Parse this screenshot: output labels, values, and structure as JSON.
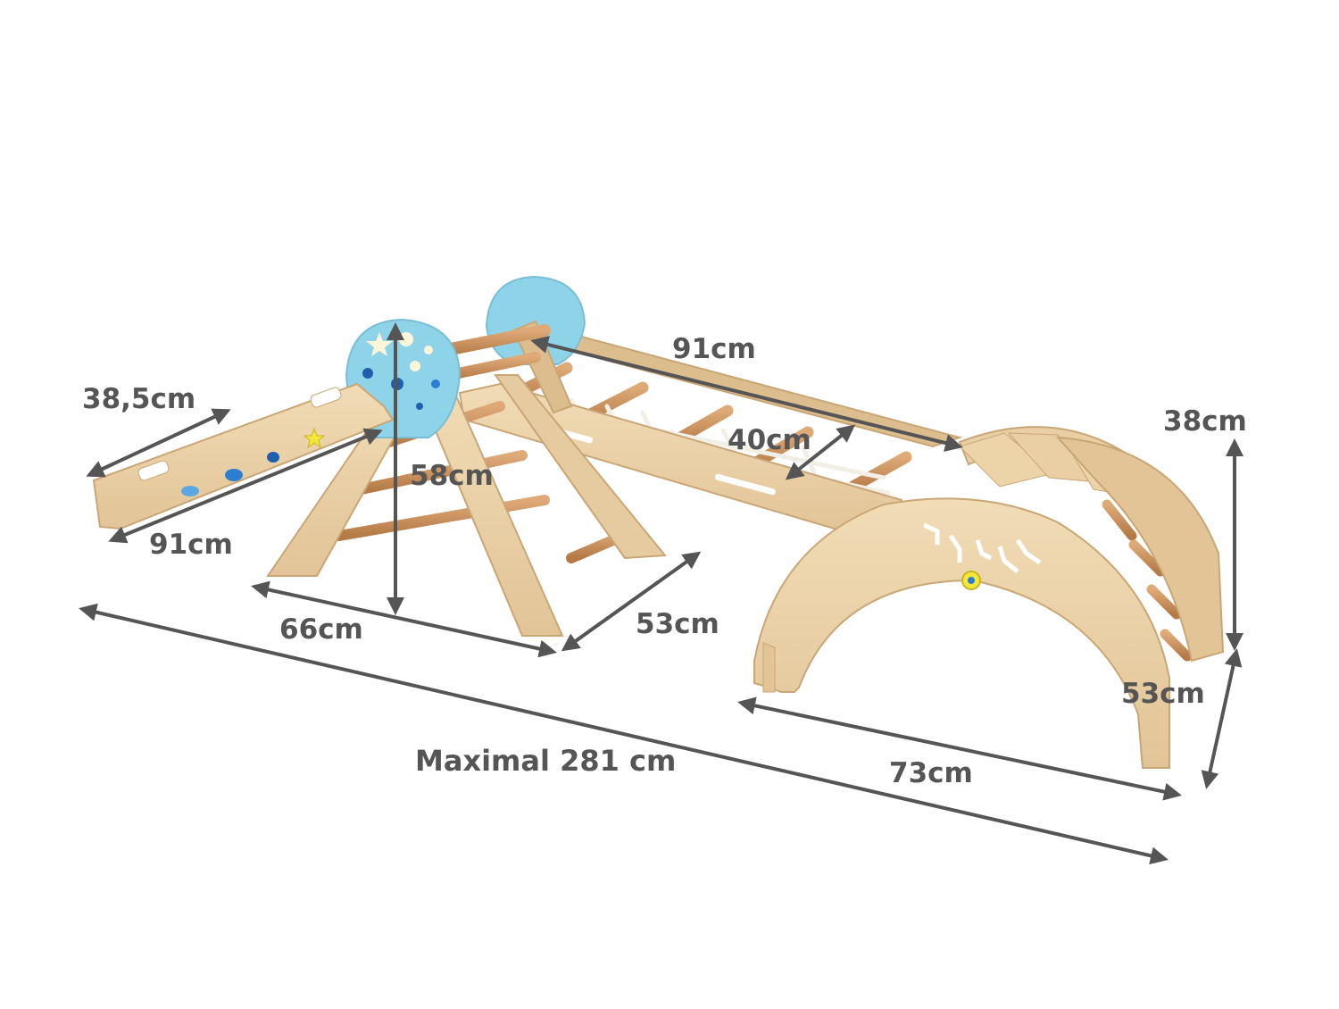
{
  "dimensions": {
    "ramp_width": "38,5cm",
    "ramp_length": "91cm",
    "triangle_height": "58cm",
    "triangle_depth": "66cm",
    "triangle_width": "53cm",
    "ladder_length": "91cm",
    "ladder_width": "40cm",
    "arch_height": "38cm",
    "arch_depth": "53cm",
    "arch_length": "73cm",
    "total_length": "Maximal 281 cm"
  },
  "colors": {
    "wood": "#e9cfa3",
    "wood_edge": "#c9a676",
    "rung": "#c98f5a",
    "panel_blue": "#8fd3e8",
    "arrow": "#555555",
    "text": "#555555"
  },
  "icons": [
    "star-icon",
    "planet-icon",
    "rocket-icon",
    "ufo-icon",
    "flower-icon"
  ]
}
